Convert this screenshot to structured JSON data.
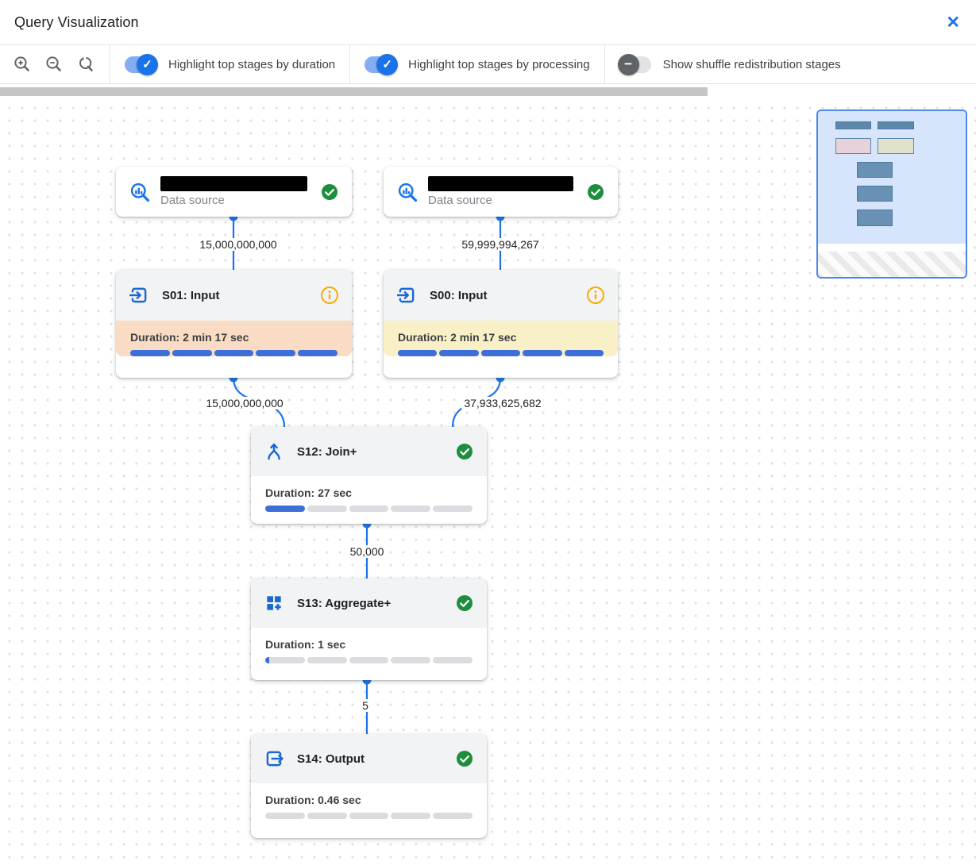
{
  "header": {
    "title": "Query Visualization",
    "close_icon": "✕"
  },
  "toolbar": {
    "zoom_icons": [
      "zoom-in",
      "zoom-out",
      "zoom-reset"
    ],
    "toggles": [
      {
        "label": "Highlight top stages by duration",
        "on": true,
        "glyph": "✓"
      },
      {
        "label": "Highlight top stages by processing",
        "on": true,
        "glyph": "✓"
      },
      {
        "label": "Show shuffle redistribution stages",
        "on": false,
        "glyph": "−"
      }
    ]
  },
  "graph": {
    "data_sources": [
      {
        "label": "Data source",
        "status": "success",
        "name_redacted": true
      },
      {
        "label": "Data source",
        "status": "success",
        "name_redacted": true
      }
    ],
    "stages": [
      {
        "title": "S01: Input",
        "duration": "Duration: 2 min 17 sec",
        "progress_pct": 100,
        "status": "info",
        "highlight": "#fadcc4"
      },
      {
        "title": "S00: Input",
        "duration": "Duration: 2 min 17 sec",
        "progress_pct": 100,
        "status": "info",
        "highlight": "#faf0c8"
      },
      {
        "title": "S12: Join+",
        "duration": "Duration: 27 sec",
        "progress_pct": 20,
        "status": "success",
        "highlight": "#ffffff"
      },
      {
        "title": "S13: Aggregate+",
        "duration": "Duration: 1 sec",
        "progress_pct": 2,
        "status": "success",
        "highlight": "#ffffff"
      },
      {
        "title": "S14: Output",
        "duration": "Duration: 0.46 sec",
        "progress_pct": 0,
        "status": "success",
        "highlight": "#ffffff"
      }
    ],
    "edges": [
      {
        "from": "data-source-1",
        "to": "S01",
        "rows": "15,000,000,000"
      },
      {
        "from": "data-source-2",
        "to": "S00",
        "rows": "59,999,994,267"
      },
      {
        "from": "S01",
        "to": "S12",
        "rows": "15,000,000,000"
      },
      {
        "from": "S00",
        "to": "S12",
        "rows": "37,933,625,682"
      },
      {
        "from": "S12",
        "to": "S13",
        "rows": "50,000"
      },
      {
        "from": "S13",
        "to": "S14",
        "rows": "5"
      }
    ]
  },
  "colors": {
    "accent_blue": "#1a73e8",
    "progress_blue": "#3e6fd8",
    "progress_gray": "#dadce0",
    "success_green": "#1e8e3e",
    "info_orange": "#f9ab00",
    "duration_highlight": "#fadcc4",
    "processing_highlight": "#faf0c8"
  }
}
